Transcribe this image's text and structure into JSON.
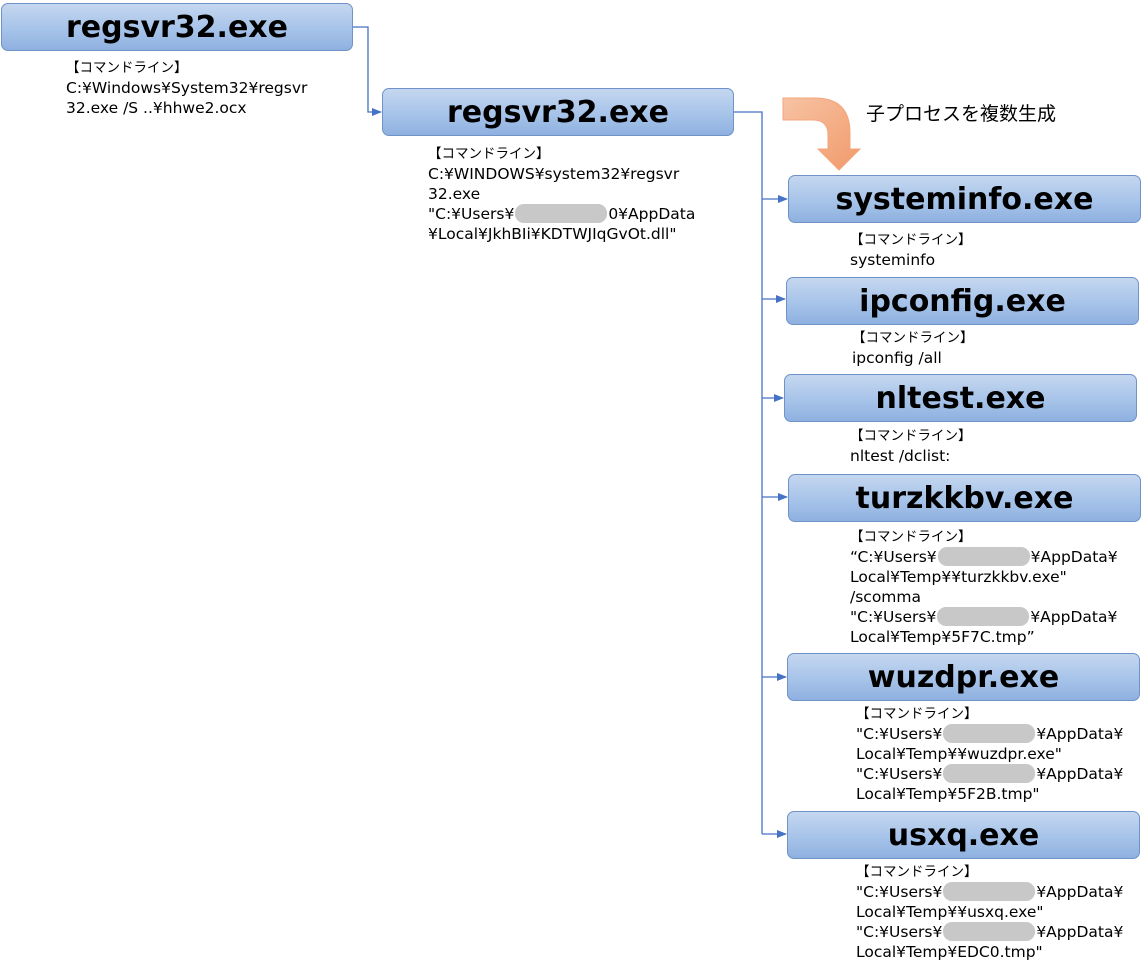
{
  "cmd_header": "【コマンドライン】",
  "annotation": "子プロセスを複数生成",
  "parent": {
    "name": "regsvr32.exe",
    "cmd": [
      "C:¥Windows¥System32¥regsvr",
      "32.exe /S ..¥hhwe2.ocx"
    ]
  },
  "child": {
    "name": "regsvr32.exe",
    "cmd": [
      "C:¥WINDOWS¥system32¥regsvr",
      "32.exe",
      "\"C:¥Users¥",
      "0¥AppData",
      "¥Local¥JkhBIi¥KDTWJIqGvOt.dll\""
    ]
  },
  "processes": [
    {
      "name": "systeminfo.exe",
      "cmd": [
        "systeminfo"
      ]
    },
    {
      "name": "ipconfig.exe",
      "cmd": [
        "ipconfig /all"
      ]
    },
    {
      "name": "nltest.exe",
      "cmd": [
        "nltest /dclist:"
      ]
    },
    {
      "name": "turzkkbv.exe",
      "cmd": [
        "“C:¥Users¥",
        "¥AppData¥",
        "Local¥Temp¥¥turzkkbv.exe\"",
        "/scomma",
        "\"C:¥Users¥",
        "¥AppData¥",
        "Local¥Temp¥5F7C.tmp”"
      ]
    },
    {
      "name": "wuzdpr.exe",
      "cmd": [
        "\"C:¥Users¥",
        "¥AppData¥",
        "Local¥Temp¥¥wuzdpr.exe\"",
        "\"C:¥Users¥",
        "¥AppData¥",
        "Local¥Temp¥5F2B.tmp\""
      ]
    },
    {
      "name": "usxq.exe",
      "cmd": [
        "\"C:¥Users¥",
        "¥AppData¥",
        "Local¥Temp¥¥usxq.exe\"",
        "\"C:¥Users¥",
        "¥AppData¥",
        "Local¥Temp¥EDC0.tmp\""
      ]
    }
  ],
  "colors": {
    "box_border": "#6f93c8",
    "box_fill": "#a9c5ea",
    "connector": "#4472c4",
    "arrow_fill": "#f4a57c"
  }
}
